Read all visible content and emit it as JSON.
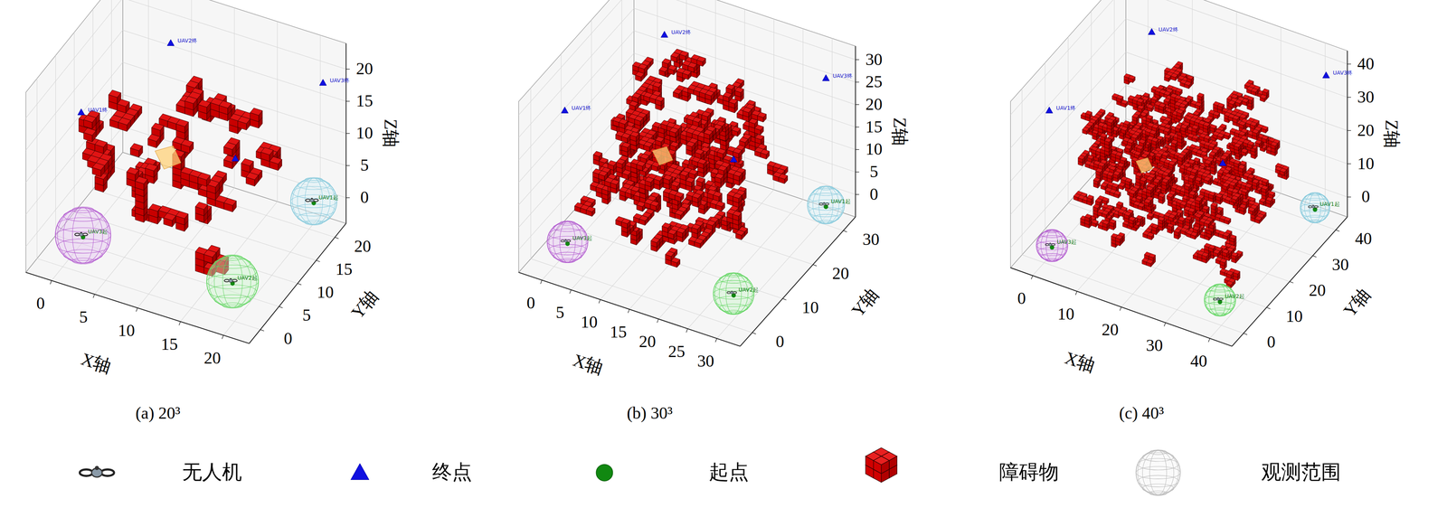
{
  "diagram": {
    "labels": [
      "0",
      "5",
      "10",
      "15",
      "20",
      "0",
      "5",
      "10",
      "15",
      "20",
      "0",
      "5",
      "10",
      "15",
      "20",
      "X轴",
      "Y轴",
      "Z轴",
      "UAV2终",
      "UAV1终",
      "UAV3终",
      "UAV3起",
      "UAV2起",
      "UAV1起",
      "(a) 20³",
      "0",
      "5",
      "10",
      "15",
      "20",
      "25",
      "30",
      "0",
      "10",
      "20",
      "30",
      "0",
      "5",
      "10",
      "15",
      "20",
      "25",
      "30",
      "X轴",
      "Y轴",
      "Z轴",
      "UAV2终",
      "UAV1终",
      "UAV3终",
      "UAV3起",
      "UAV2起",
      "UAV1起",
      "(b) 30³",
      "0",
      "10",
      "20",
      "30",
      "40",
      "0",
      "10",
      "20",
      "30",
      "40",
      "0",
      "10",
      "20",
      "30",
      "40",
      "X轴",
      "Y轴",
      "Z轴",
      "UAV2终",
      "UAV1终",
      "UAV3终",
      "UAV3起",
      "UAV2起",
      "UAV1起",
      "(c) 40³"
    ],
    "legend": [
      {
        "text": "无人机"
      },
      {
        "text": "终点"
      },
      {
        "text": "起点"
      },
      {
        "text": "障碍物"
      },
      {
        "text": "观测范围"
      }
    ]
  }
}
